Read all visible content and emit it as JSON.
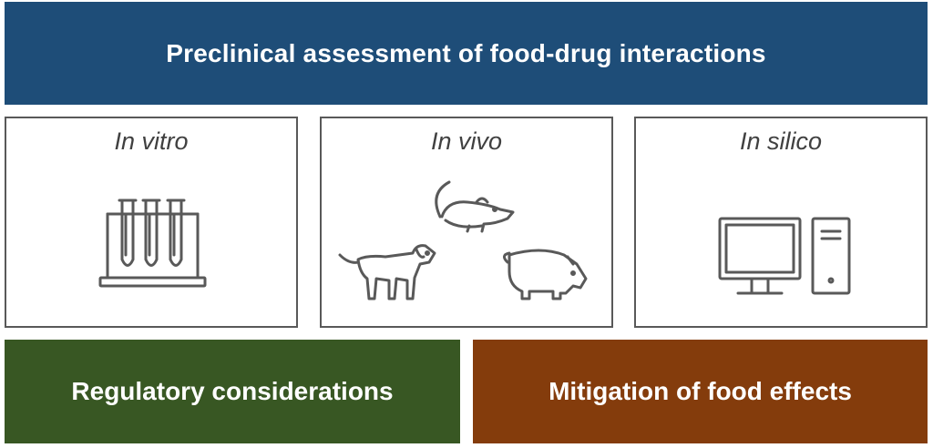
{
  "header": {
    "title": "Preclinical assessment of food-drug interactions"
  },
  "methods": [
    {
      "label": "In vitro",
      "icon": "test-tubes-rack-icon"
    },
    {
      "label": "In vivo",
      "icons": [
        "mouse-icon",
        "dog-icon",
        "pig-icon"
      ]
    },
    {
      "label": "In silico",
      "icon": "computer-icon"
    }
  ],
  "footer": {
    "left": "Regulatory considerations",
    "right": "Mitigation of food effects"
  },
  "colors": {
    "header": "#1e4d78",
    "left": "#385723",
    "right": "#843c0c",
    "outline": "#595959"
  }
}
